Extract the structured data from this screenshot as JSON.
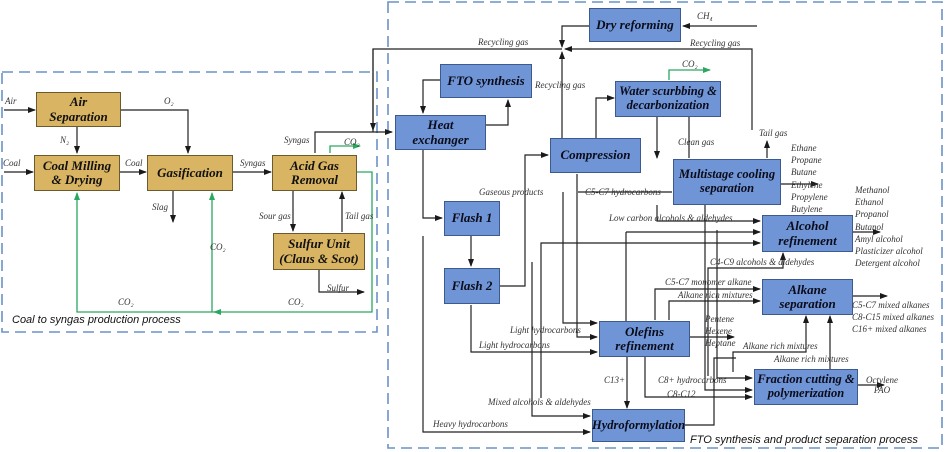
{
  "regions": {
    "coal": {
      "title": "Coal to syngas production process",
      "color": "#6a93c8"
    },
    "fto": {
      "title": "FTO synthesis and product separation process",
      "color": "#6a93c8"
    }
  },
  "colors": {
    "tan_box": "#d9b462",
    "blue_box": "#6f95d6",
    "flow_line": "#222222",
    "co2_line": "#2aa860"
  },
  "units": {
    "air_separation": "Air Separation",
    "coal_milling": "Coal Milling & Drying",
    "gasification": "Gasification",
    "acid_gas_removal": "Acid Gas Removal",
    "sulfur_unit": "Sulfur Unit (Claus & Scot)",
    "dry_reforming": "Dry reforming",
    "fto_synthesis": "FTO synthesis",
    "heat_exchanger": "Heat exchanger",
    "water_scrubbing": "Water scurbbing & decarbonization",
    "compression": "Compression",
    "multistage_cooling": "Multistage cooling separation",
    "flash1": "Flash 1",
    "flash2": "Flash 2",
    "alcohol_refinement": "Alcohol refinement",
    "alkane_separation": "Alkane separation",
    "olefins_refinement": "Olefins refinement",
    "fraction_cutting": "Fraction cutting & polymerization",
    "hydroformylation": "Hydroformylation"
  },
  "labels": {
    "air": "Air",
    "o2": "O₂",
    "n2": "N₂",
    "coal_in": "Coal",
    "coal_mid": "Coal",
    "syngas1": "Syngas",
    "syngas2": "Syngas",
    "co2_agr": "CO₂",
    "slag": "Slag",
    "sour_gas": "Sour gas",
    "tail_gas_sulfur": "Tail gas",
    "co2_gasif": "CO₂",
    "co2_bottom_left": "CO₂",
    "co2_bottom_right": "CO₂",
    "sulfur": "Sulfur",
    "ch4": "CH₄",
    "recycling_gas_left": "Recycling gas",
    "recycling_gas_right": "Recycling gas",
    "recycling_gas_fto": "Recycling gas",
    "co2_water": "CO₂",
    "clean_gas": "Clean gas",
    "tail_gas": "Tail gas",
    "gaseous_products": "Gaseous products",
    "c5c7_hydrocarbons": "C5-C7 hydrocarbons",
    "low_carbon_alcohols": "Low carbon alcohols & aldehydes",
    "c4c9_alcohols": "C4-C9 alcohols & aldehydes",
    "c5c7_monomer": "C5-C7 monomer alkane",
    "alkane_rich_1": "Alkane rich mixtures",
    "alkane_rich_2": "Alkane rich mixtures",
    "alkane_rich_3": "Alkane rich mixtures",
    "light_hc_1": "Light hydrocarbons",
    "light_hc_2": "Light hydrocarbons",
    "c13plus": "C13+",
    "c8plus": "C8+ hydrocarbons",
    "c8c12": "C8-C12",
    "mixed_alcohols": "Mixed alcohols & aldehydes",
    "heavy_hc": "Heavy hydrocarbons"
  },
  "product_lists": {
    "cooling_products": [
      "Ethane",
      "Propane",
      "Butane",
      "Ethylene",
      "Propylene",
      "Butylene"
    ],
    "alcohol_products": [
      "Methanol",
      "Ethanol",
      "Propanol",
      "Butanol",
      "Amyl alcohol",
      "Plasticizer alcohol",
      "Detergent alcohol"
    ],
    "alkane_products": [
      "C5-C7 mixed alkanes",
      "C8-C15 mixed alkanes",
      "C16+ mixed alkanes"
    ],
    "olefin_products": [
      "Pentene",
      "Hexene",
      "Heptane"
    ],
    "fraction_products": [
      "Octylene",
      "PAO"
    ]
  }
}
